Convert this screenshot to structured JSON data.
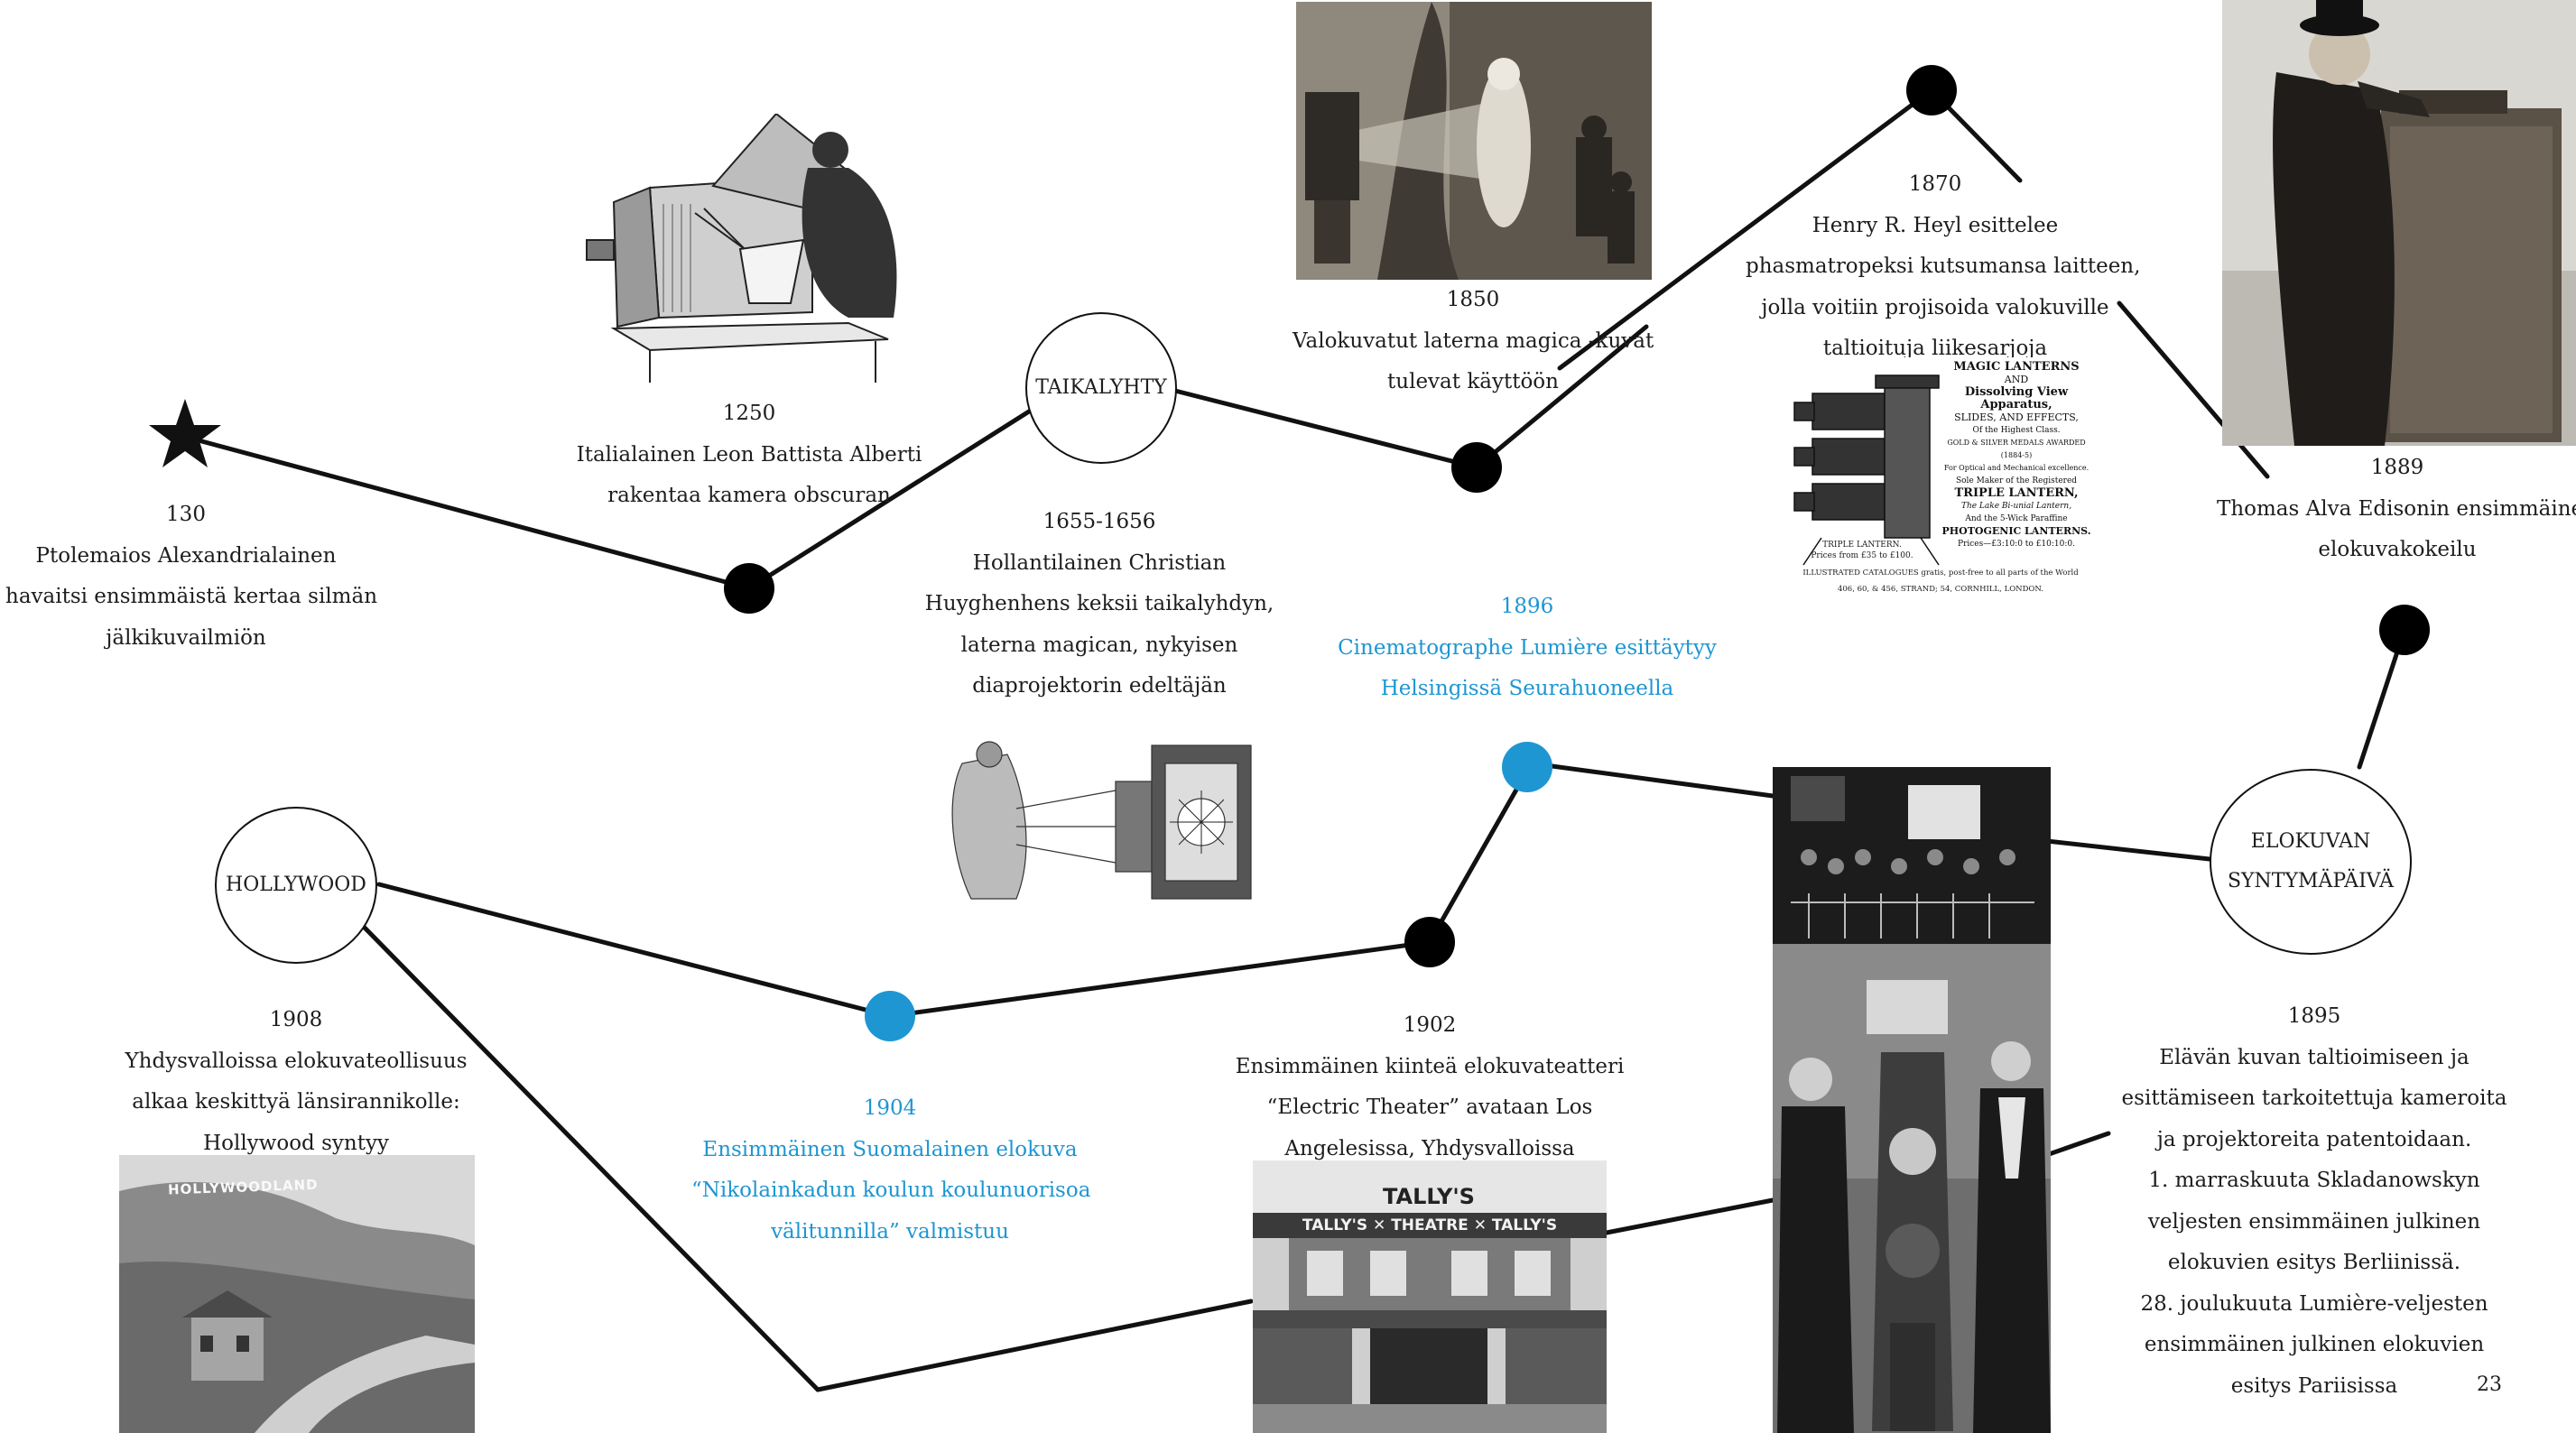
{
  "page_number": "23",
  "milestones": [
    {
      "id": "star",
      "title": "130",
      "lines": [
        "Ptolemaios Alexandrialainen",
        "havaitsi ensimmäistä kertaa silmän",
        "jälkikuvailmiön"
      ]
    },
    {
      "id": "1250",
      "title": "1250",
      "lines": [
        "Italialainen Leon Battista Alberti",
        "rakentaa kamera obscuran"
      ]
    },
    {
      "id": "taika",
      "title": "1655-1656",
      "lines": [
        "Hollantilainen Christian",
        "Huyghenhens keksii taikalyhdyn,",
        "laterna magican, nykyisen",
        "diaprojektorin edeltäjän"
      ]
    },
    {
      "id": "1850",
      "title": "1850",
      "lines": [
        "Valokuvatut laterna magica -kuvat",
        "tulevat käyttöön"
      ]
    },
    {
      "id": "1870",
      "title": "1870",
      "lines": [
        "Henry R. Heyl esittelee",
        "phasmatropeksi kutsumansa laitteen,",
        "jolla voitiin projisoida valokuville",
        "taltioituja liikesarjoja"
      ]
    },
    {
      "id": "1889",
      "title": "1889",
      "lines": [
        "Thomas Alva Edisonin ensimmäinen",
        "elokuvakokeilu"
      ]
    },
    {
      "id": "1895",
      "title": "1895",
      "lines": [
        "Elävän kuvan taltioimiseen ja",
        "esittämiseen tarkoitettuja kameroita",
        "ja projektoreita patentoidaan.",
        "1. marraskuuta Skladanowskyn",
        "veljesten ensimmäinen julkinen",
        "elokuvien esitys Berliinissä.",
        "28. joulukuuta Lumière-veljesten",
        "ensimmäinen julkinen elokuvien",
        "esitys Pariisissa"
      ]
    },
    {
      "id": "1896",
      "title": "1896",
      "lines": [
        "Cinematographe Lumière esittäytyy",
        "Helsingissä Seurahuoneella"
      ]
    },
    {
      "id": "1902",
      "title": "1902",
      "lines": [
        "Ensimmäinen kiinteä elokuvateatteri",
        "“Electric Theater” avataan Los",
        "Angelesissa, Yhdysvalloissa"
      ]
    },
    {
      "id": "1904",
      "title": "1904",
      "lines": [
        "Ensimmäinen Suomalainen elokuva",
        "“Nikolainkadun koulun koulunuorisoa",
        "välitunnilla” valmistuu"
      ]
    },
    {
      "id": "1908",
      "title": "1908",
      "lines": [
        "Yhdysvalloissa elokuvateollisuus",
        "alkaa keskittyä länsirannikolle:",
        "Hollywood syntyy"
      ]
    }
  ],
  "circles": {
    "taikalyhty": "TAIKALYHTY",
    "birthday_line1": "ELOKUVAN",
    "birthday_line2": "SYNTYMÄPÄIVÄ",
    "hollywood": "HOLLYWOOD"
  },
  "lantern_ad": {
    "line1": "MAGIC LANTERNS",
    "line2": "AND",
    "line3": "Dissolving View Apparatus,",
    "line4": "SLIDES, AND EFFECTS,",
    "line5": "Of the Highest Class.",
    "line6": "GOLD & SILVER MEDALS AWARDED (1884-5)",
    "line7": "For Optical and Mechanical excellence.",
    "line8": "Sole Maker of the Registered",
    "line9": "TRIPLE LANTERN,",
    "line10": "The Lake Bi-unial Lantern,",
    "line11": "And the 5-Wick Paraffine",
    "line12": "PHOTOGENIC LANTERNS.",
    "line13": "Prices—£3:10:0 to £10:10:0.",
    "cap1": "TRIPLE LANTERN.",
    "cap2": "Prices from £35 to £100.",
    "foot1": "ILLUSTRATED CATALOGUES gratis, post-free to all parts of the World",
    "foot2": "406, 60, & 456, STRAND; 54, CORNHILL, LONDON."
  },
  "theater_sign": {
    "top": "TALLY'S",
    "mid": "TALLY'S ✕ THEATRE ✕ TALLY'S"
  },
  "hollywood_sign": "HOLLYWOODLAND",
  "colors": {
    "line": "#111111",
    "dot": "#000000",
    "blue": "#1e96d2"
  }
}
